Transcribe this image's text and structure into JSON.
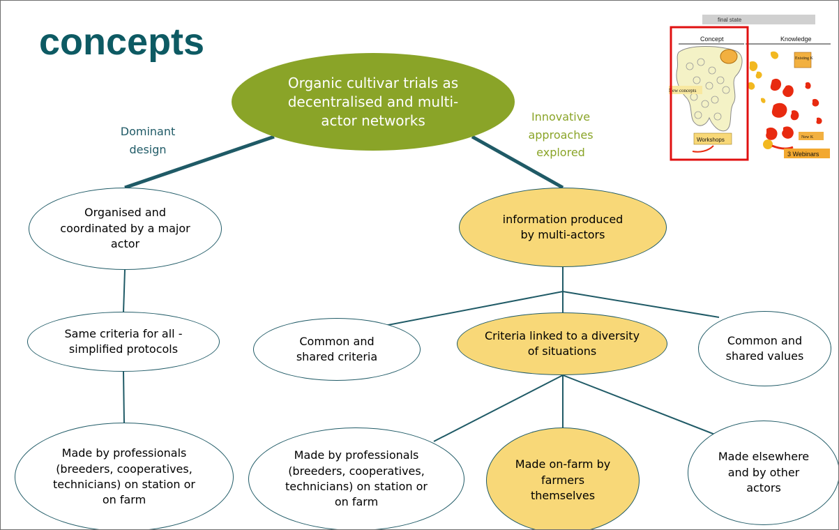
{
  "title": "concepts",
  "root": "Organic cultivar trials as decentralised and multi-actor networks",
  "branches": {
    "left": "Dominant design",
    "right": "Innovative approaches explored"
  },
  "nodes": {
    "organised": "Organised and coordinated by a major actor",
    "same_criteria": "Same criteria for all - simplified protocols",
    "made_prof_left": "Made by professionals (breeders, cooperatives, technicians) on station or on farm",
    "info_multi": "information produced by multi-actors",
    "common_criteria": "Common and shared criteria",
    "criteria_linked": "Criteria linked to a diversity of situations",
    "common_values": "Common and shared values",
    "made_prof_mid": "Made by professionals (breeders, cooperatives, technicians) on station or on farm",
    "made_onfarm": "Made on-farm by farmers themselves",
    "made_elsewhere": "Made elsewhere and by other actors"
  },
  "thumbnail": {
    "header": "final state",
    "concept_label": "Concept",
    "knowledge_label": "Knowledge",
    "existing_k": "Existing K",
    "new_concepts": "New concepts",
    "new_k": "New K",
    "workshops": "Workshops",
    "webinars": "3 Webinars"
  },
  "colors": {
    "title": "#0d5a63",
    "dominant": "#1f5a66",
    "innovative": "#8aa428",
    "root_fill": "#8aa428",
    "highlight_fill": "#f8d878",
    "line": "#1f5a66",
    "thumb_frame": "#e01010"
  }
}
